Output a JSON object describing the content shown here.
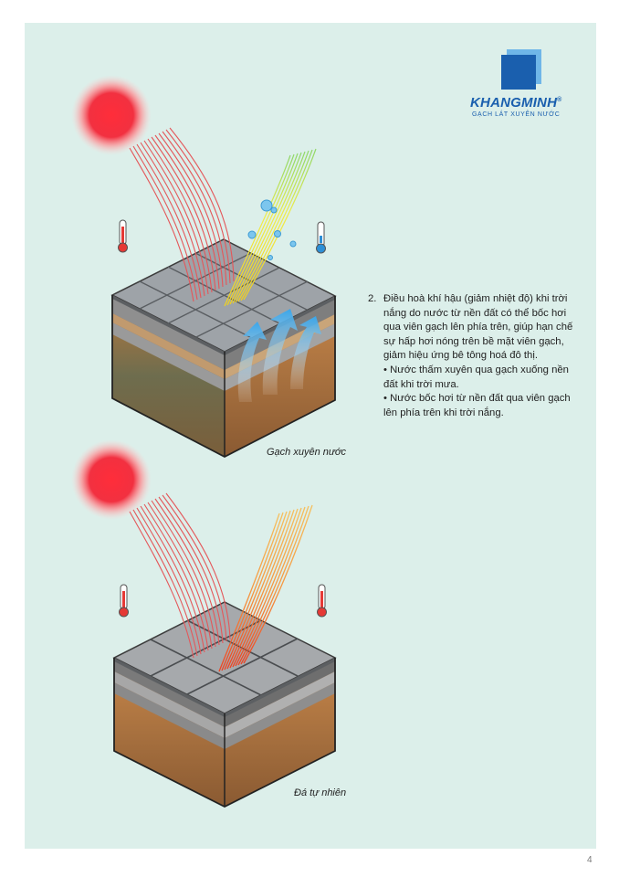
{
  "brand": {
    "name": "KHANGMINH",
    "reg": "®",
    "tagline": "GẠCH LÁT XUYÊN NƯỚC",
    "color": "#1a5fae"
  },
  "panel_color": "#dcefea",
  "section": {
    "number": "2.",
    "text": "Điều hoà khí hậu (giảm nhiệt độ) khi trời nắng do nước từ nền đất có thể bốc hơi qua viên gạch lên phía trên, giúp hạn chế sự hấp hơi nóng trên bề mặt viên gạch, giảm hiệu ứng bê tông hoá đô thị.",
    "bullets": [
      "• Nước thấm xuyên qua gạch xuống nền đất khi trời mưa.",
      "• Nước bốc hơi từ nền đất qua viên gạch lên phía trên khi trời nắng."
    ]
  },
  "illustrations": [
    {
      "caption": "Gạch xuyên nước",
      "icons": [
        "sun-icon",
        "hot-thermometer-icon",
        "cool-thermometer-icon",
        "heat-rays-icon",
        "cool-reflection-icon",
        "vapor-arrows-icon",
        "water-droplets-icon"
      ]
    },
    {
      "caption": "Đá tự nhiên",
      "icons": [
        "sun-icon",
        "hot-thermometer-icon",
        "hot-thermometer-icon",
        "heat-rays-icon",
        "hot-reflection-icon"
      ]
    }
  ],
  "page_number": "4"
}
